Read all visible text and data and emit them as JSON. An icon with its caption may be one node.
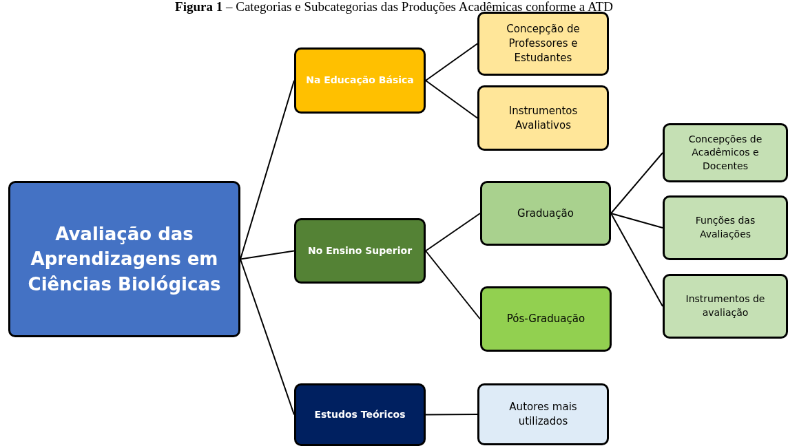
{
  "diagram": {
    "title": "**Figura 1** – Categorias e Subcategorias das Produções Acadêmicas conforme a ATD",
    "nodes": [
      {
        "text": [
          "Avaliação das Aprendizagens em Ciências Biológicas"
        ]
      },
      {
        "text": [
          "Na Educação Básica"
        ]
      },
      {
        "text": [
          "Concepção de Professores e Estudantes"
        ]
      },
      {
        "text": [
          "Instrumentos Avaliativos"
        ]
      },
      {
        "text": [
          "No Ensino Superior"
        ]
      },
      {
        "text": [
          "Graduação"
        ]
      },
      {
        "text": [
          "Concepções de Acadêmicos e Docentes"
        ]
      },
      {
        "text": [
          "Funções das Avaliações"
        ]
      },
      {
        "text": [
          "Instrumentos de avaliação"
        ]
      },
      {
        "text": [
          "Pós-Graduação"
        ]
      },
      {
        "text": [
          "Estudos Teóricos"
        ]
      },
      {
        "text": [
          "Autores mais utilizados"
        ]
      }
    ],
    "edges": [
      {
        "from": 0,
        "to": 1,
        "arrow": "none"
      },
      {
        "from": 0,
        "to": 4,
        "arrow": "none"
      },
      {
        "from": 0,
        "to": 10,
        "arrow": "none"
      },
      {
        "from": 1,
        "to": 2,
        "arrow": "none"
      },
      {
        "from": 1,
        "to": 3,
        "arrow": "none"
      },
      {
        "from": 4,
        "to": 5,
        "arrow": "none"
      },
      {
        "from": 4,
        "to": 9,
        "arrow": "none"
      },
      {
        "from": 5,
        "to": 6,
        "arrow": "none"
      },
      {
        "from": 5,
        "to": 7,
        "arrow": "none"
      },
      {
        "from": 5,
        "to": 8,
        "arrow": "none"
      },
      {
        "from": 10,
        "to": 11,
        "arrow": "none"
      }
    ]
  }
}
